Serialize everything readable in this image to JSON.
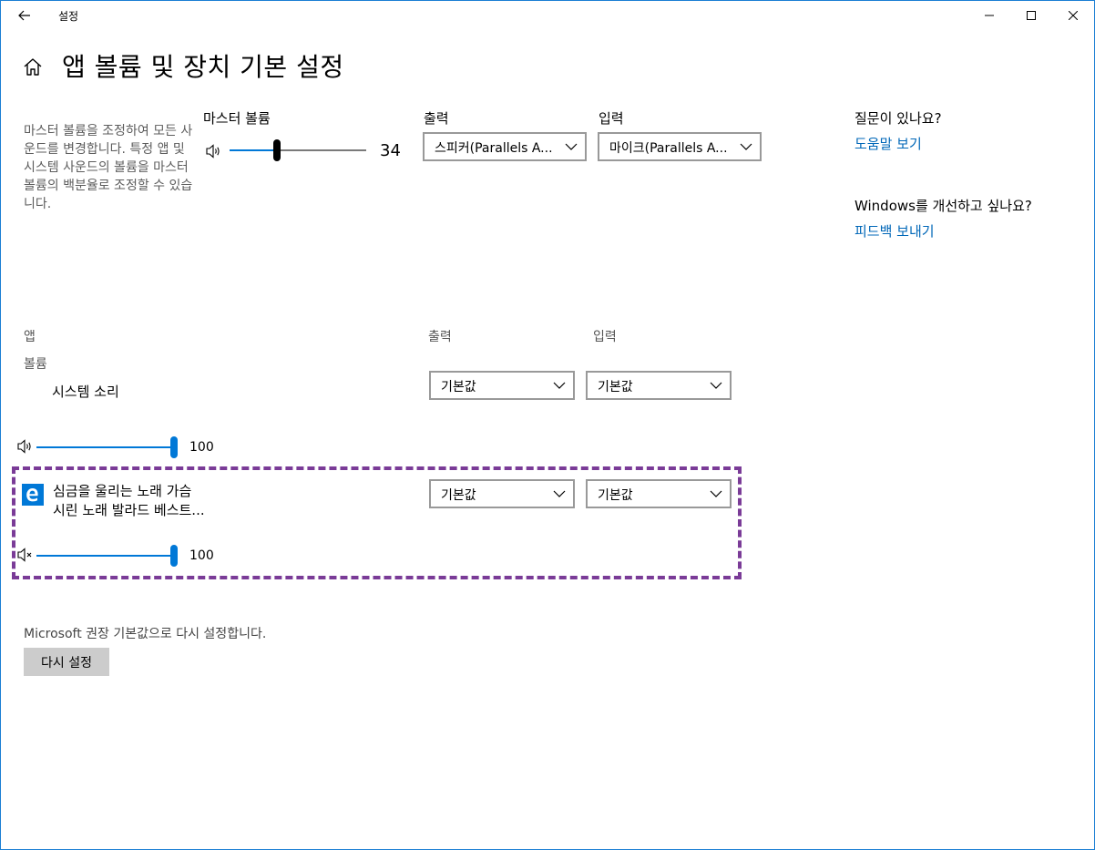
{
  "window": {
    "title": "설정",
    "controls": [
      "minimize",
      "maximize",
      "close"
    ]
  },
  "header": {
    "page_title": "앱 볼륨 및 장치 기본 설정"
  },
  "master": {
    "description": "마스터 볼륨을 조정하여 모든 사운드를 변경합니다. 특정 앱 및 시스템 사운드의 볼륨을 마스터 볼륨의 백분율로 조정할 수 있습니다.",
    "volume_label": "마스터 볼륨",
    "volume_value": "34",
    "volume_level": 0.34,
    "output_label": "출력",
    "output_value": "스피커(Parallels A...",
    "input_label": "입력",
    "input_value": "마이크(Parallels A..."
  },
  "help": {
    "question": "질문이 있나요?",
    "help_link": "도움말 보기",
    "improve": "Windows를 개선하고 싶나요?",
    "feedback_link": "피드백 보내기"
  },
  "apps": {
    "app_header": "앱",
    "volume_header": "볼륨",
    "output_header": "출력",
    "input_header": "입력",
    "items": [
      {
        "name": "시스템 소리",
        "output": "기본값",
        "input": "기본값",
        "volume_value": "100",
        "volume_level": 1.0,
        "icon": "speaker-icon"
      },
      {
        "name_line1": "심금을 울리는 노래 가슴",
        "name_line2": "시린 노래 발라드 베스트...",
        "output": "기본값",
        "input": "기본값",
        "volume_value": "100",
        "volume_level": 1.0,
        "icon": "edge-icon",
        "muted": true
      }
    ]
  },
  "reset": {
    "text": "Microsoft 권장 기본값으로 다시 설정합니다.",
    "button": "다시 설정"
  },
  "colors": {
    "accent": "#0078d7",
    "link": "#0067b8",
    "highlight_border": "#7a3b97",
    "window_border": "#1b7fd4"
  }
}
